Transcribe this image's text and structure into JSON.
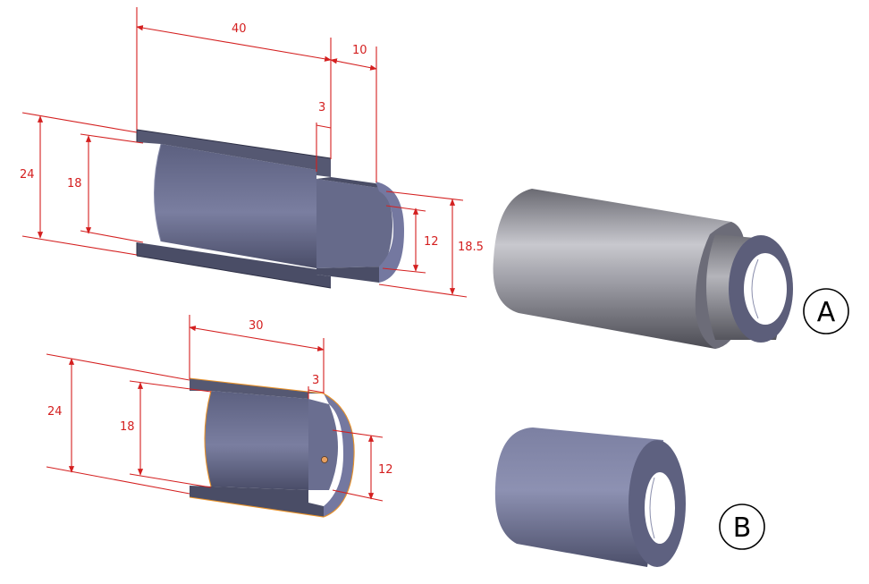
{
  "colors": {
    "dimension": "#d42020",
    "part_face": "#5a5e7c",
    "part_dark": "#3e4158",
    "part_light": "#8f93b4",
    "gray_light": "#c8c8cc",
    "gray_dark": "#5a5a62",
    "selection_outline": "#e8922a"
  },
  "top_section": {
    "dims": {
      "length_main": "40",
      "length_step": "10",
      "step_width": "3",
      "outer_dia": "24",
      "inner_dia": "18",
      "small_inner_dia": "12",
      "step_outer_dia": "18.5"
    }
  },
  "bottom_section": {
    "dims": {
      "length": "30",
      "step_width": "3",
      "outer_dia": "24",
      "inner_dia": "18",
      "small_inner_dia": "12"
    }
  },
  "callouts": {
    "a": "A",
    "b": "B"
  }
}
